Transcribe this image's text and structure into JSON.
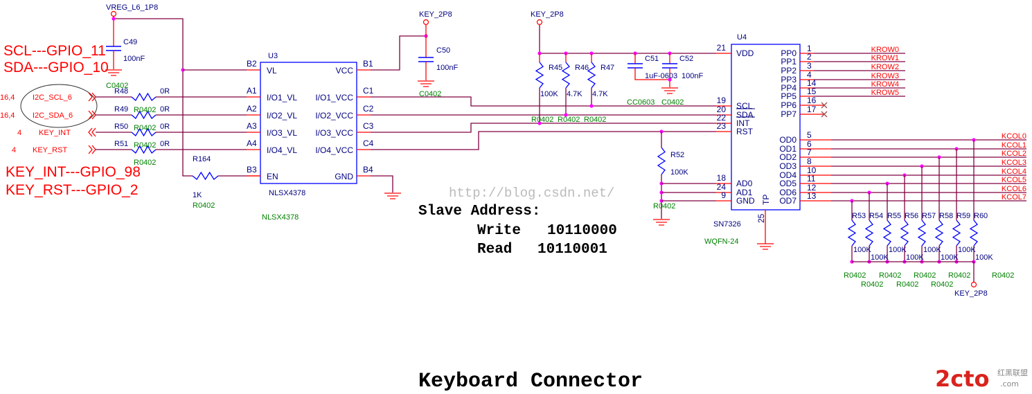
{
  "title": "Keyboard Connector",
  "notes": [
    "SCL---GPIO_11",
    "SDA---GPIO_10",
    "KEY_INT---GPIO_98",
    "KEY_RST---GPIO_2"
  ],
  "slave_address": {
    "heading": "Slave Address:",
    "write_label": "Write",
    "write_value": "10110000",
    "read_label": "Read",
    "read_value": "10110001"
  },
  "watermark": "http://blog.csdn.net/",
  "logo": {
    "main": "2cto",
    "cn": "红黑联盟",
    "domain": ".com"
  },
  "power": {
    "vreg": "VREG_L6_1P8",
    "key": "KEY_2P8"
  },
  "colors": {
    "wire": "#800040",
    "pin": "#ff0000",
    "component": "#0000ff",
    "junction": "#ff00ff",
    "net_label": "#ff0000",
    "package": "#008000"
  },
  "c49": {
    "ref": "C49",
    "value": "100nF",
    "package": "C0402"
  },
  "c50": {
    "ref": "C50",
    "value": "100nF",
    "package": "C0402"
  },
  "signals": [
    {
      "sheet": "16,4",
      "name": "I2C_SCL_6",
      "ref": "R48",
      "value": "0R",
      "package": "R0402",
      "direction": "out"
    },
    {
      "sheet": "16,4",
      "name": "I2C_SDA_6",
      "ref": "R49",
      "value": "0R",
      "package": "R0402",
      "direction": "out"
    },
    {
      "sheet": "4",
      "name": "KEY_INT",
      "ref": "R50",
      "value": "0R",
      "package": "R0402",
      "direction": "in"
    },
    {
      "sheet": "4",
      "name": "KEY_RST",
      "ref": "R51",
      "value": "0R",
      "package": "R0402",
      "direction": "out"
    }
  ],
  "r164": {
    "ref": "R164",
    "value": "1K",
    "package": "R0402"
  },
  "u3": {
    "ref": "U3",
    "part": "NLSX4378",
    "footprint": "NLSX4378",
    "left_pins": [
      {
        "num": "B2",
        "name": "VL"
      },
      {
        "num": "A1",
        "name": "I/O1_VL"
      },
      {
        "num": "A2",
        "name": "I/O2_VL"
      },
      {
        "num": "A3",
        "name": "I/O3_VL"
      },
      {
        "num": "A4",
        "name": "I/O4_VL"
      },
      {
        "num": "B3",
        "name": "EN"
      }
    ],
    "right_pins": [
      {
        "num": "B1",
        "name": "VCC"
      },
      {
        "num": "C1",
        "name": "I/O1_VCC"
      },
      {
        "num": "C2",
        "name": "I/O2_VCC"
      },
      {
        "num": "C3",
        "name": "I/O3_VCC"
      },
      {
        "num": "C4",
        "name": "I/O4_VCC"
      },
      {
        "num": "B4",
        "name": "GND"
      }
    ]
  },
  "pullups": [
    {
      "ref": "R45",
      "value": "100K",
      "package": "R0402"
    },
    {
      "ref": "R46",
      "value": "4.7K",
      "package": "R0402"
    },
    {
      "ref": "R47",
      "value": "4.7K",
      "package": "R0402"
    }
  ],
  "c51": {
    "ref": "C51",
    "value": "1uF-0603",
    "package": "CC0603"
  },
  "c52": {
    "ref": "C52",
    "value": "100nF",
    "package": "C0402"
  },
  "r52": {
    "ref": "R52",
    "value": "100K",
    "package": "R0402"
  },
  "u4": {
    "ref": "U4",
    "part": "SN7326",
    "footprint": "WQFN-24",
    "left_pins": [
      {
        "num": "21",
        "name": "VDD"
      },
      {
        "num": "19",
        "name": "SCL"
      },
      {
        "num": "20",
        "name": "SDA"
      },
      {
        "num": "22",
        "name": "INT"
      },
      {
        "num": "23",
        "name": "RST"
      },
      {
        "num": "18",
        "name": "AD0"
      },
      {
        "num": "24",
        "name": "AD1"
      },
      {
        "num": "9",
        "name": "GND"
      }
    ],
    "tp": {
      "num": "25",
      "name": "TP"
    },
    "row_pins": [
      {
        "num": "1",
        "name": "PP0",
        "net": "KROW0"
      },
      {
        "num": "2",
        "name": "PP1",
        "net": "KROW1"
      },
      {
        "num": "3",
        "name": "PP2",
        "net": "KROW2"
      },
      {
        "num": "4",
        "name": "PP3",
        "net": "KROW3"
      },
      {
        "num": "14",
        "name": "PP4",
        "net": "KROW4"
      },
      {
        "num": "15",
        "name": "PP5",
        "net": "KROW5"
      },
      {
        "num": "16",
        "name": "PP6",
        "net": ""
      },
      {
        "num": "17",
        "name": "PP7",
        "net": ""
      }
    ],
    "col_pins": [
      {
        "num": "5",
        "name": "OD0",
        "net": "KCOL0"
      },
      {
        "num": "6",
        "name": "OD1",
        "net": "KCOL1"
      },
      {
        "num": "7",
        "name": "OD2",
        "net": "KCOL2"
      },
      {
        "num": "8",
        "name": "OD3",
        "net": "KCOL3"
      },
      {
        "num": "10",
        "name": "OD4",
        "net": "KCOL4"
      },
      {
        "num": "11",
        "name": "OD5",
        "net": "KCOL5"
      },
      {
        "num": "12",
        "name": "OD6",
        "net": "KCOL6"
      },
      {
        "num": "13",
        "name": "OD7",
        "net": "KCOL7"
      }
    ]
  },
  "col_resistors": [
    {
      "ref": "R53",
      "value": "100K",
      "package": "R0402"
    },
    {
      "ref": "R54",
      "value": "100K",
      "package": "R0402"
    },
    {
      "ref": "R55",
      "value": "100K",
      "package": "R0402"
    },
    {
      "ref": "R56",
      "value": "100K",
      "package": "R0402"
    },
    {
      "ref": "R57",
      "value": "100K",
      "package": "R0402"
    },
    {
      "ref": "R58",
      "value": "100K",
      "package": "R0402"
    },
    {
      "ref": "R59",
      "value": "100K",
      "package": "R0402"
    },
    {
      "ref": "R60",
      "value": "100K",
      "package": "R0402"
    }
  ]
}
